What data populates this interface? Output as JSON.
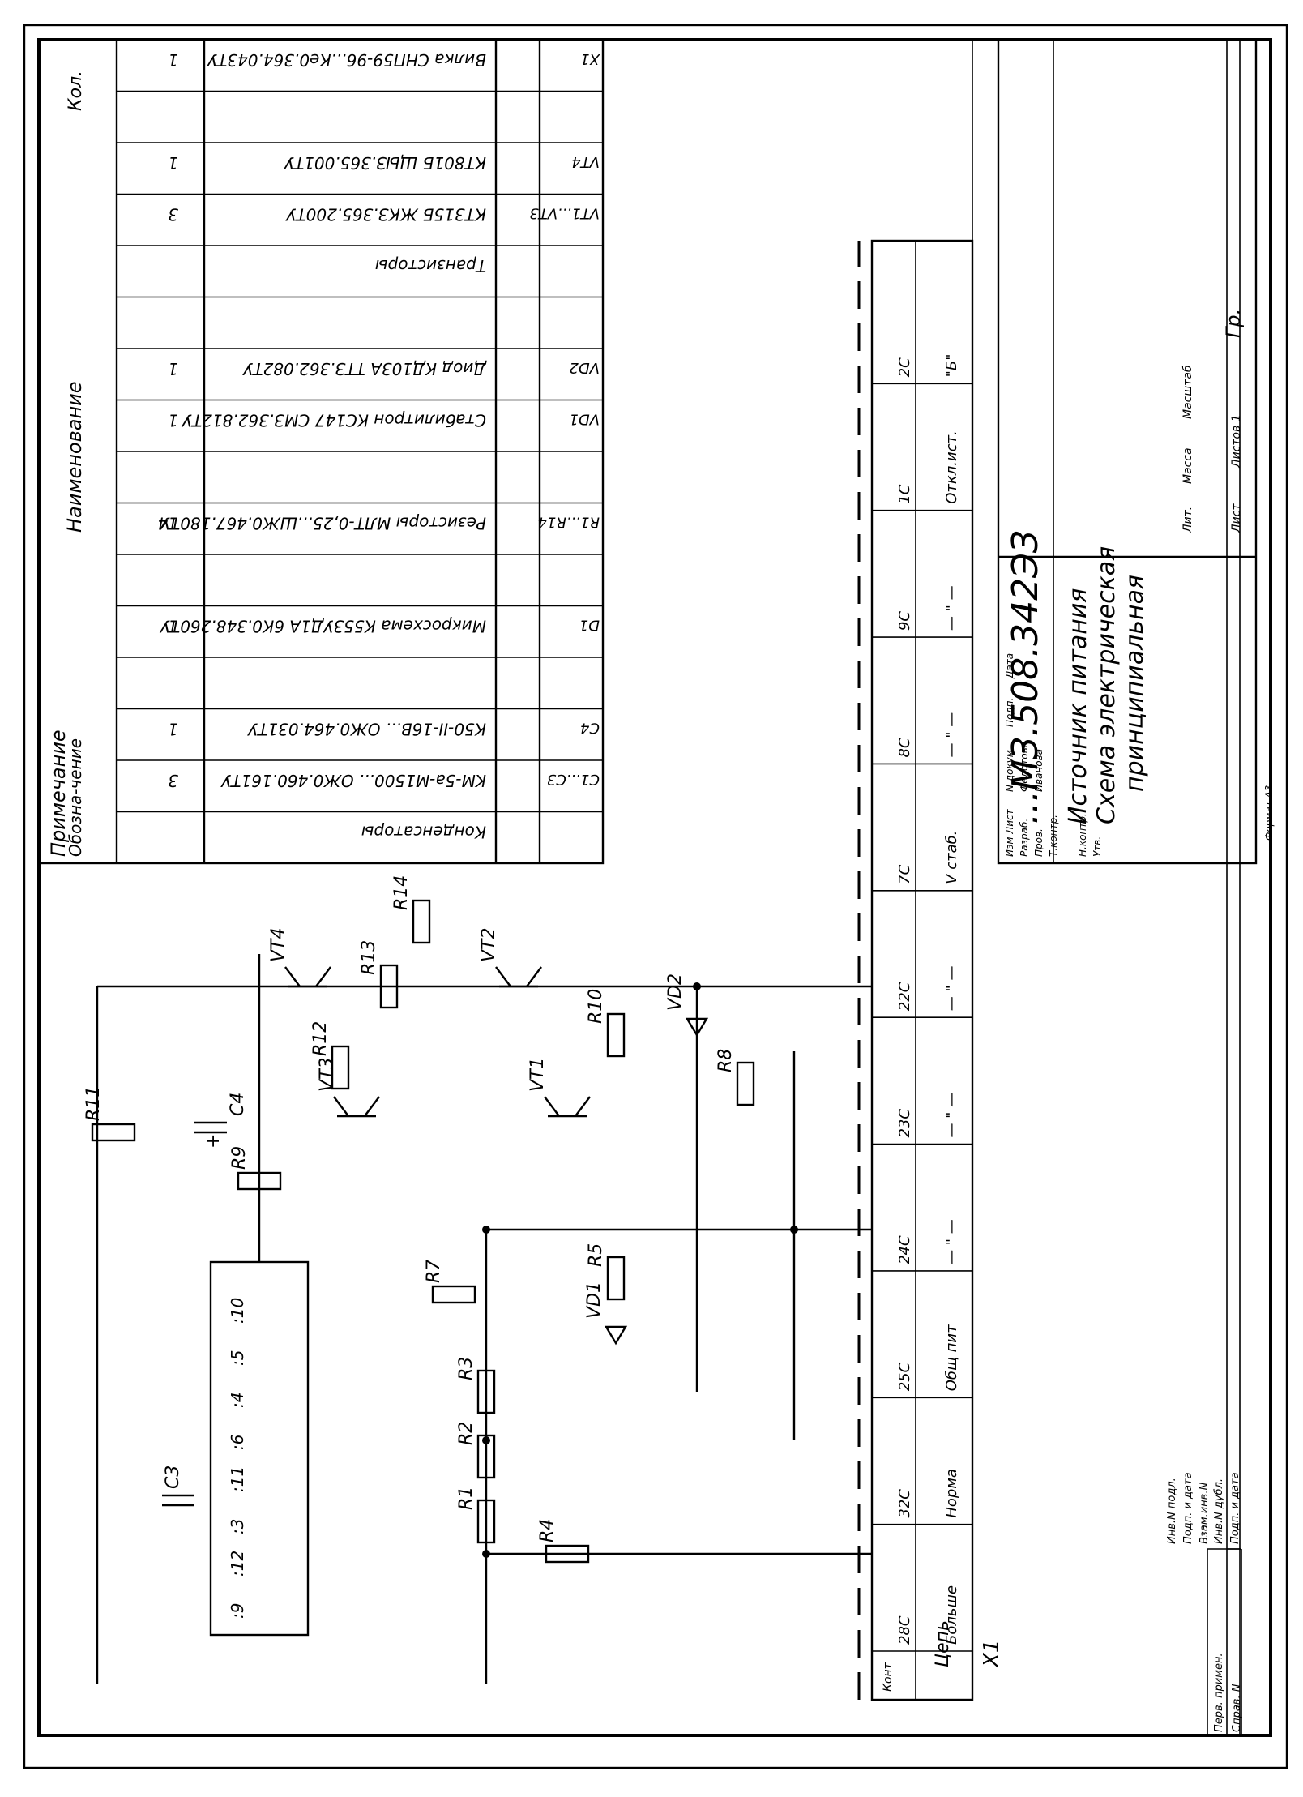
{
  "title_block": {
    "doc_number": "...МЗ.508.342ЭЗ",
    "name_line1": "Источник питания",
    "name_line2": "Схема электрическая",
    "name_line3": "принципиальная",
    "group": "Гр.",
    "col_lit": "Лит.",
    "col_mass": "Масса",
    "col_scale": "Масштаб",
    "sheet_label": "Лист",
    "sheets_label": "Листов 1",
    "rows": [
      {
        "role": "Изм Лист",
        "doc": "N докум.",
        "sign": "Подп.",
        "date": "Дата"
      },
      {
        "role": "Разраб.",
        "doc": "Федотова",
        "sign": "",
        "date": ""
      },
      {
        "role": "Пров.",
        "doc": "Иванова",
        "sign": "",
        "date": ""
      },
      {
        "role": "Т.контр.",
        "doc": "",
        "sign": "",
        "date": ""
      },
      {
        "role": "",
        "doc": "",
        "sign": "",
        "date": ""
      },
      {
        "role": "Н.контр.",
        "doc": "",
        "sign": "",
        "date": ""
      },
      {
        "role": "Утв.",
        "doc": "",
        "sign": "",
        "date": ""
      }
    ],
    "format": "Формат А3"
  },
  "parts_list": {
    "headers": {
      "ref": "Обозна-чение",
      "name": "Наименование",
      "qty": "Кол.",
      "note": "Примечание"
    },
    "rows": [
      {
        "ref": "",
        "name": "Конденсаторы",
        "qty": "",
        "heading": true
      },
      {
        "ref": "C1...C3",
        "name": "KM-5a-M1500...   ОЖ0.460.161ТУ",
        "qty": "3"
      },
      {
        "ref": "C4",
        "name": "К50-II-16В...          ОЖ0.464.031ТУ",
        "qty": "1"
      },
      {
        "ref": "",
        "name": "",
        "qty": ""
      },
      {
        "ref": "D1",
        "name": "Микросхема К553УД1А 6К0.348.260ТУ",
        "qty": "1"
      },
      {
        "ref": "",
        "name": "",
        "qty": ""
      },
      {
        "ref": "R1...R14",
        "name": "Резисторы МЛТ-0,25...ШЖ0.467.180ТУ",
        "qty": "14"
      },
      {
        "ref": "",
        "name": "",
        "qty": ""
      },
      {
        "ref": "VD1",
        "name": "Стабилитрон КС147 СМЗ.362.812ТУ",
        "qty": "1"
      },
      {
        "ref": "VD2",
        "name": "Диод КД103А ТТЗ.362.082ТУ",
        "qty": "1"
      },
      {
        "ref": "",
        "name": "",
        "qty": ""
      },
      {
        "ref": "",
        "name": "Транзисторы",
        "qty": "",
        "heading": true
      },
      {
        "ref": "VT1...VT3",
        "name": "КТ315Б ЖКЗ.365.200ТУ",
        "qty": "3"
      },
      {
        "ref": "VT4",
        "name": "КТ801Б ЩЫЗ.365.001ТУ",
        "qty": "1"
      },
      {
        "ref": "",
        "name": "",
        "qty": ""
      },
      {
        "ref": "X1",
        "name": "Вилка СНП59-96...Ке0.364.043ТУ",
        "qty": "1"
      }
    ]
  },
  "connector": {
    "name": "X1",
    "col_circuit": "Цепь",
    "col_contact": "Конт",
    "pins": [
      {
        "label": "Больше",
        "pin": "28C"
      },
      {
        "label": "Норма",
        "pin": "32C"
      },
      {
        "label": "Общ пит",
        "pin": "25C"
      },
      {
        "label": "— \" —",
        "pin": "24C"
      },
      {
        "label": "— \" —",
        "pin": "23C"
      },
      {
        "label": "— \" —",
        "pin": "22C"
      },
      {
        "label": "V стаб.",
        "pin": "7C"
      },
      {
        "label": "— \" —",
        "pin": "8C"
      },
      {
        "label": "— \" —",
        "pin": "9C"
      },
      {
        "label": "Откл.ист.",
        "pin": "1C"
      },
      {
        "label": "\"Б\"",
        "pin": "2C"
      }
    ]
  },
  "components": {
    "R1": "R1",
    "R2": "R2",
    "R3": "R3",
    "R4": "R4",
    "R5": "R5",
    "R7": "R7",
    "R8": "R8",
    "R9": "R9",
    "R10": "R10",
    "R11": "R11",
    "R12": "R12",
    "R13": "R13",
    "R14": "R14",
    "C3": "C3",
    "C4": "C4",
    "VD1": "VD1",
    "VD2": "VD2",
    "VT1": "VT1",
    "VT2": "VT2",
    "VT3": "VT3",
    "VT4": "VT4",
    "plus": "+"
  },
  "ic_pins": [
    ":9",
    ":12",
    ":3",
    ":11",
    ":6",
    ":4",
    ":5",
    ":10"
  ],
  "side_strip": [
    "Перв. примен.",
    "Справ. N",
    "Подп. и дата",
    "Инв.N дубл.",
    "Взам.инв.N",
    "Подп. и дата",
    "Инв.N подл."
  ]
}
